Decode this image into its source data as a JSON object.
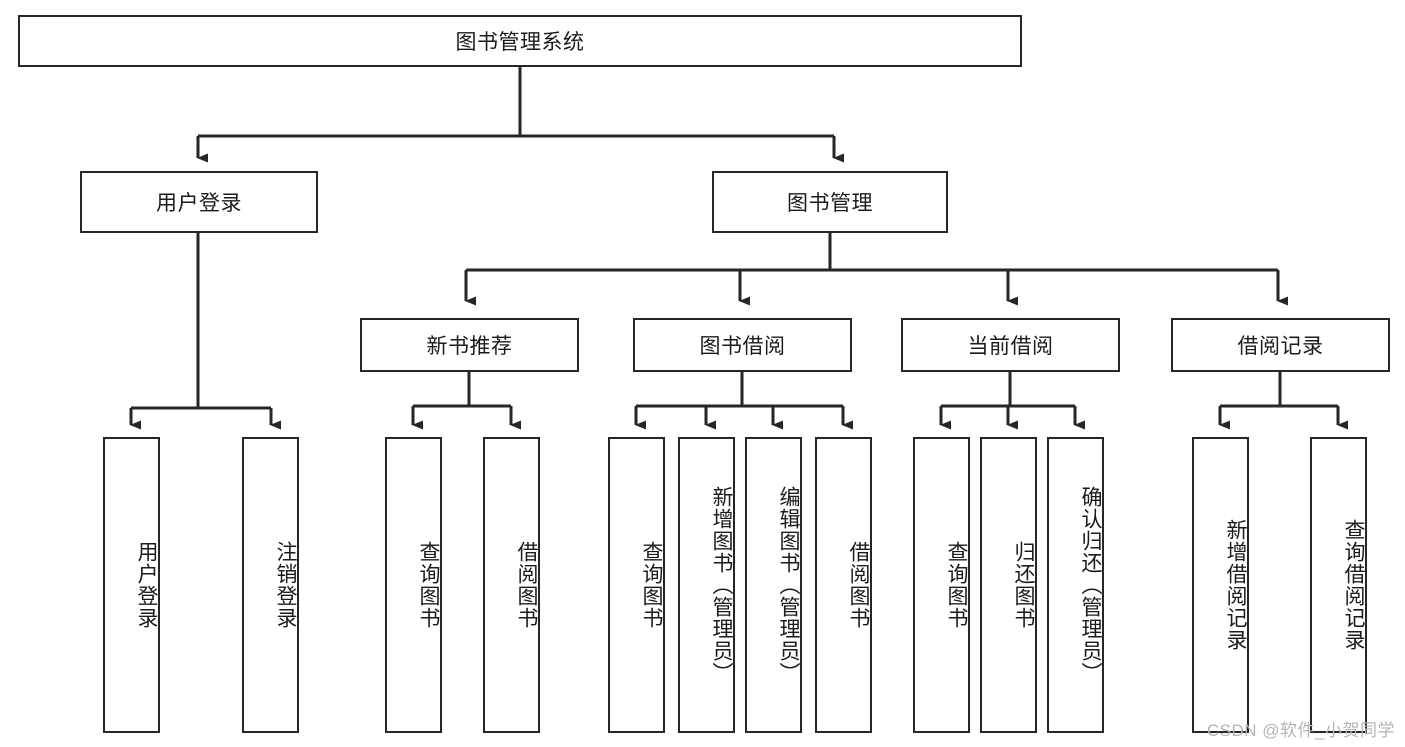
{
  "diagram": {
    "title": "图书管理系统",
    "type": "tree-hierarchy",
    "root": {
      "label": "图书管理系统"
    },
    "level2": [
      {
        "label": "用户登录"
      },
      {
        "label": "图书管理"
      }
    ],
    "level3": [
      {
        "label": "新书推荐",
        "parent": "图书管理"
      },
      {
        "label": "图书借阅",
        "parent": "图书管理"
      },
      {
        "label": "当前借阅",
        "parent": "图书管理"
      },
      {
        "label": "借阅记录",
        "parent": "图书管理"
      }
    ],
    "leaves": {
      "user_login": [
        {
          "label": "用户登录"
        },
        {
          "label": "注销登录"
        }
      ],
      "new_book_recommend": [
        {
          "label": "查询图书"
        },
        {
          "label": "借阅图书"
        }
      ],
      "book_borrow": [
        {
          "label": "查询图书"
        },
        {
          "label": "新增图书（管理员）"
        },
        {
          "label": "编辑图书（管理员）"
        },
        {
          "label": "借阅图书"
        }
      ],
      "current_borrow": [
        {
          "label": "查询图书"
        },
        {
          "label": "归还图书"
        },
        {
          "label": "确认归还（管理员）"
        }
      ],
      "borrow_record": [
        {
          "label": "新增借阅记录"
        },
        {
          "label": "查询借阅记录"
        }
      ]
    }
  },
  "watermark": {
    "text": "CSDN @软件_小贺同学"
  },
  "colors": {
    "stroke": "#262626",
    "text": "#1b1b1b",
    "background": "#ffffff",
    "watermark": "#b4b4b4"
  }
}
